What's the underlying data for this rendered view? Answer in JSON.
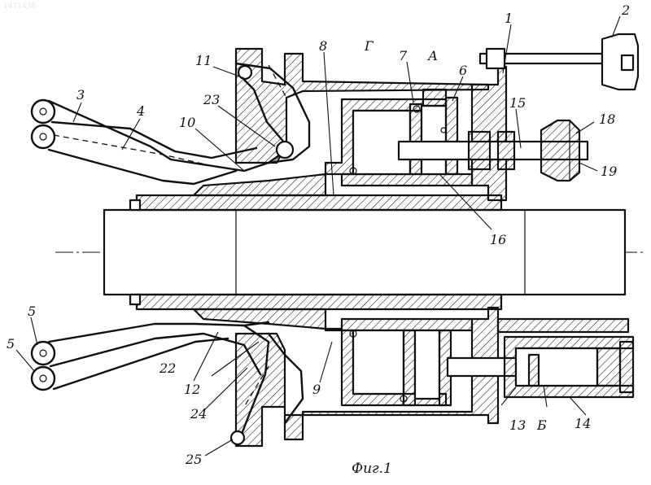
{
  "watermark": "1471438",
  "caption": "Фиг.1",
  "labels": {
    "n1": "1",
    "n2": "2",
    "n3": "3",
    "n4": "4",
    "n5a": "5",
    "n5b": "5",
    "n6": "6",
    "n7": "7",
    "n8": "8",
    "n9": "9",
    "n10": "10",
    "n11": "11",
    "n12": "12",
    "n13": "13",
    "n14": "14",
    "n15": "15",
    "n16": "16",
    "n18": "18",
    "n19": "19",
    "n22": "22",
    "n23": "23",
    "n24": "24",
    "n25": "25",
    "g": "Г",
    "a": "А",
    "b": "Б"
  }
}
